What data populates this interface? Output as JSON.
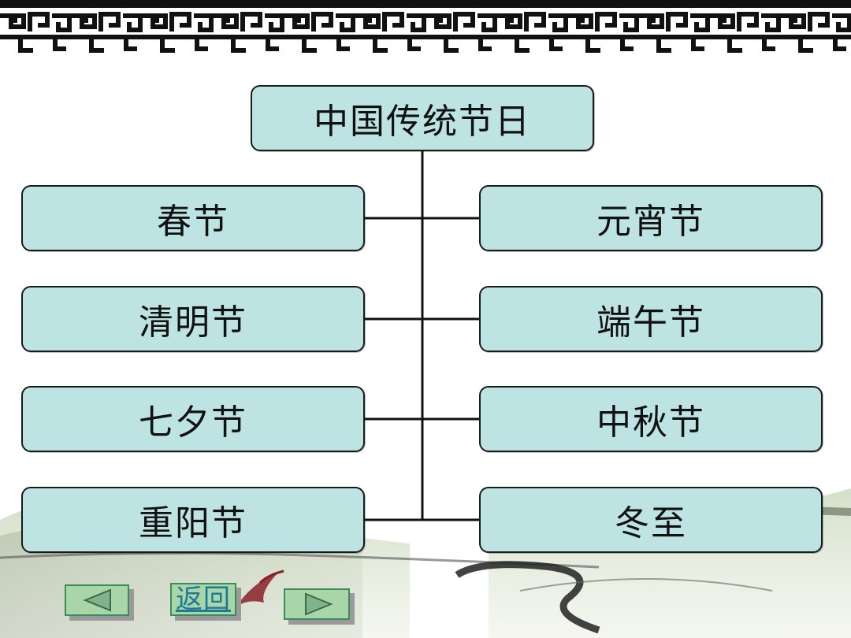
{
  "diagram": {
    "root": "中国传统节日",
    "left_nodes": [
      "春节",
      "清明节",
      "七夕节",
      "重阳节"
    ],
    "right_nodes": [
      "元宵节",
      "端午节",
      "中秋节",
      "冬至"
    ]
  },
  "navigation": {
    "back_label": "返回",
    "prev_icon": "triangle-left-icon",
    "next_icon": "triangle-right-icon"
  },
  "colors": {
    "node_fill": "#bde3e3",
    "node_border": "#1a1a1a",
    "nav_fill": "#a9d6a9",
    "nav_border": "#3d8a5a",
    "link_text": "#1f7a9a"
  }
}
